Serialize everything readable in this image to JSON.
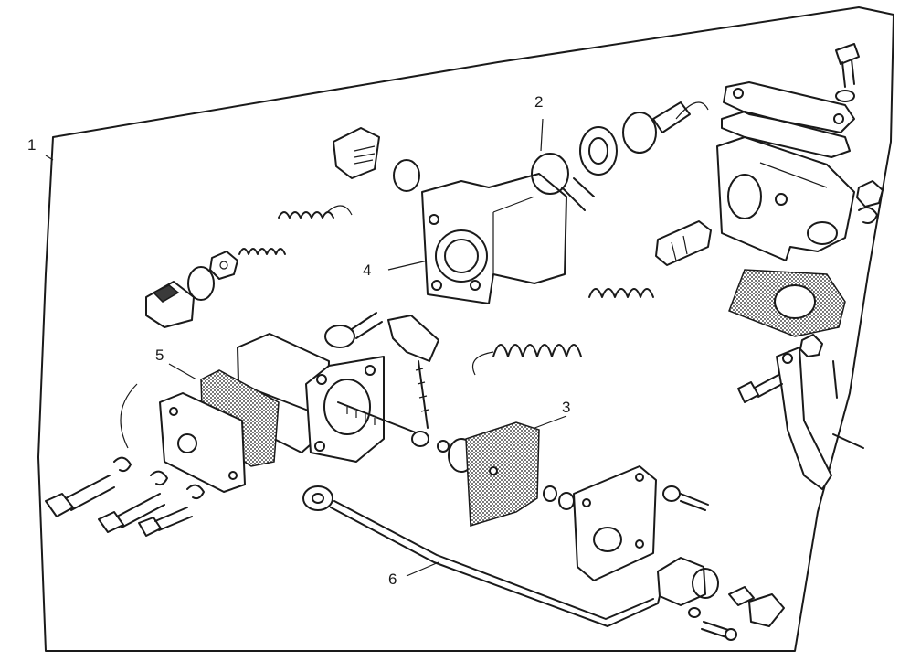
{
  "callouts": [
    {
      "id": "1",
      "text": "1"
    },
    {
      "id": "2",
      "text": "2"
    },
    {
      "id": "3",
      "text": "3"
    },
    {
      "id": "4",
      "text": "4"
    },
    {
      "id": "5",
      "text": "5"
    },
    {
      "id": "6",
      "text": "6"
    }
  ],
  "colors": {
    "ink": "#1a1a1a",
    "paper": "#ffffff"
  }
}
